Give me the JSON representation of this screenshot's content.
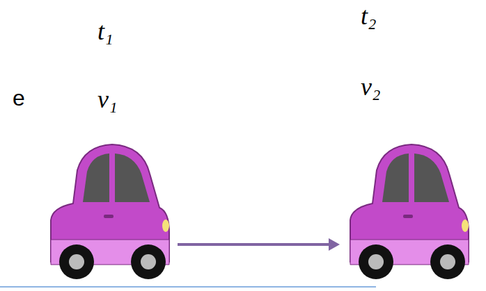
{
  "diagram": {
    "nodes": [
      {
        "text": [
          "t₁",
          "v₁"
        ]
      },
      {
        "text": [
          "t₂",
          "v₂"
        ]
      }
    ],
    "edges": [
      {
        "from": 0,
        "to": 1,
        "arrow": "to"
      }
    ],
    "labels": [
      "e"
    ]
  }
}
